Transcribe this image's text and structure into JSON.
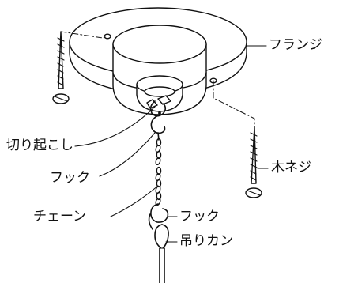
{
  "labels": {
    "flange": "フランジ",
    "cutout": "切り起こし",
    "wood_screw": "木ネジ",
    "hook_upper": "フック",
    "chain": "チェーン",
    "hook_lower": "フック",
    "hanging_ring": "吊りカン"
  },
  "colors": {
    "line": "#111111",
    "fill": "#ffffff"
  }
}
